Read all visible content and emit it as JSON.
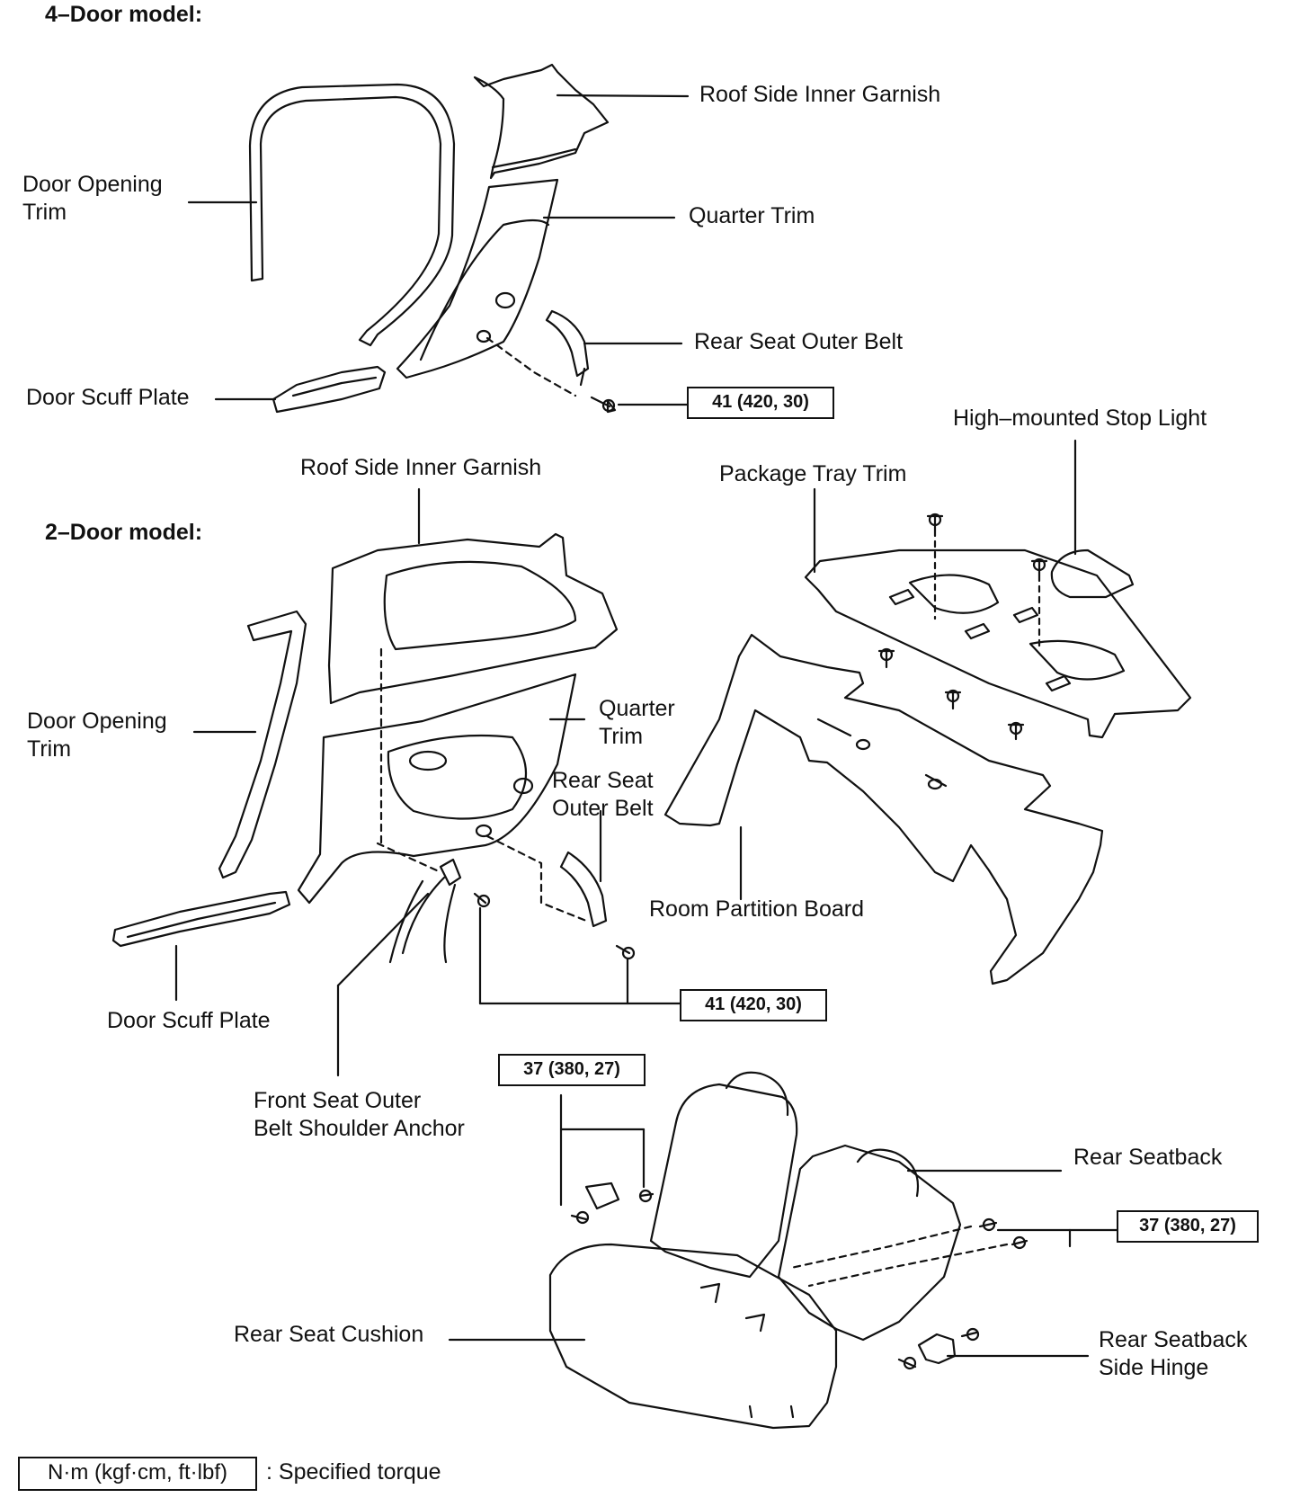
{
  "headings": {
    "four_door": "4–Door model:",
    "two_door": "2–Door model:"
  },
  "four_door": {
    "roof_side_inner_garnish": "Roof Side Inner Garnish",
    "door_opening_trim": "Door Opening\nTrim",
    "quarter_trim": "Quarter Trim",
    "rear_seat_outer_belt": "Rear Seat Outer Belt",
    "door_scuff_plate": "Door Scuff Plate",
    "torque": "41 (420, 30)"
  },
  "two_door": {
    "roof_side_inner_garnish": "Roof Side Inner Garnish",
    "door_opening_trim": "Door Opening\nTrim",
    "quarter_trim": "Quarter\nTrim",
    "rear_seat_outer_belt": "Rear Seat\nOuter Belt",
    "door_scuff_plate": "Door Scuff Plate",
    "front_seat_anchor": "Front Seat Outer\nBelt Shoulder Anchor",
    "torque": "41 (420, 30)"
  },
  "shared": {
    "high_mounted_stop_light": "High–mounted Stop Light",
    "package_tray_trim": "Package Tray Trim",
    "room_partition_board": "Room Partition Board",
    "rear_seatback": "Rear Seatback",
    "rear_seat_cushion": "Rear Seat Cushion",
    "rear_seatback_side_hinge": "Rear Seatback\nSide Hinge",
    "torque_seat_left": "37 (380, 27)",
    "torque_seat_right": "37 (380, 27)"
  },
  "legend": {
    "units": "N·m (kgf·cm, ft·lbf)",
    "text": ": Specified torque"
  }
}
